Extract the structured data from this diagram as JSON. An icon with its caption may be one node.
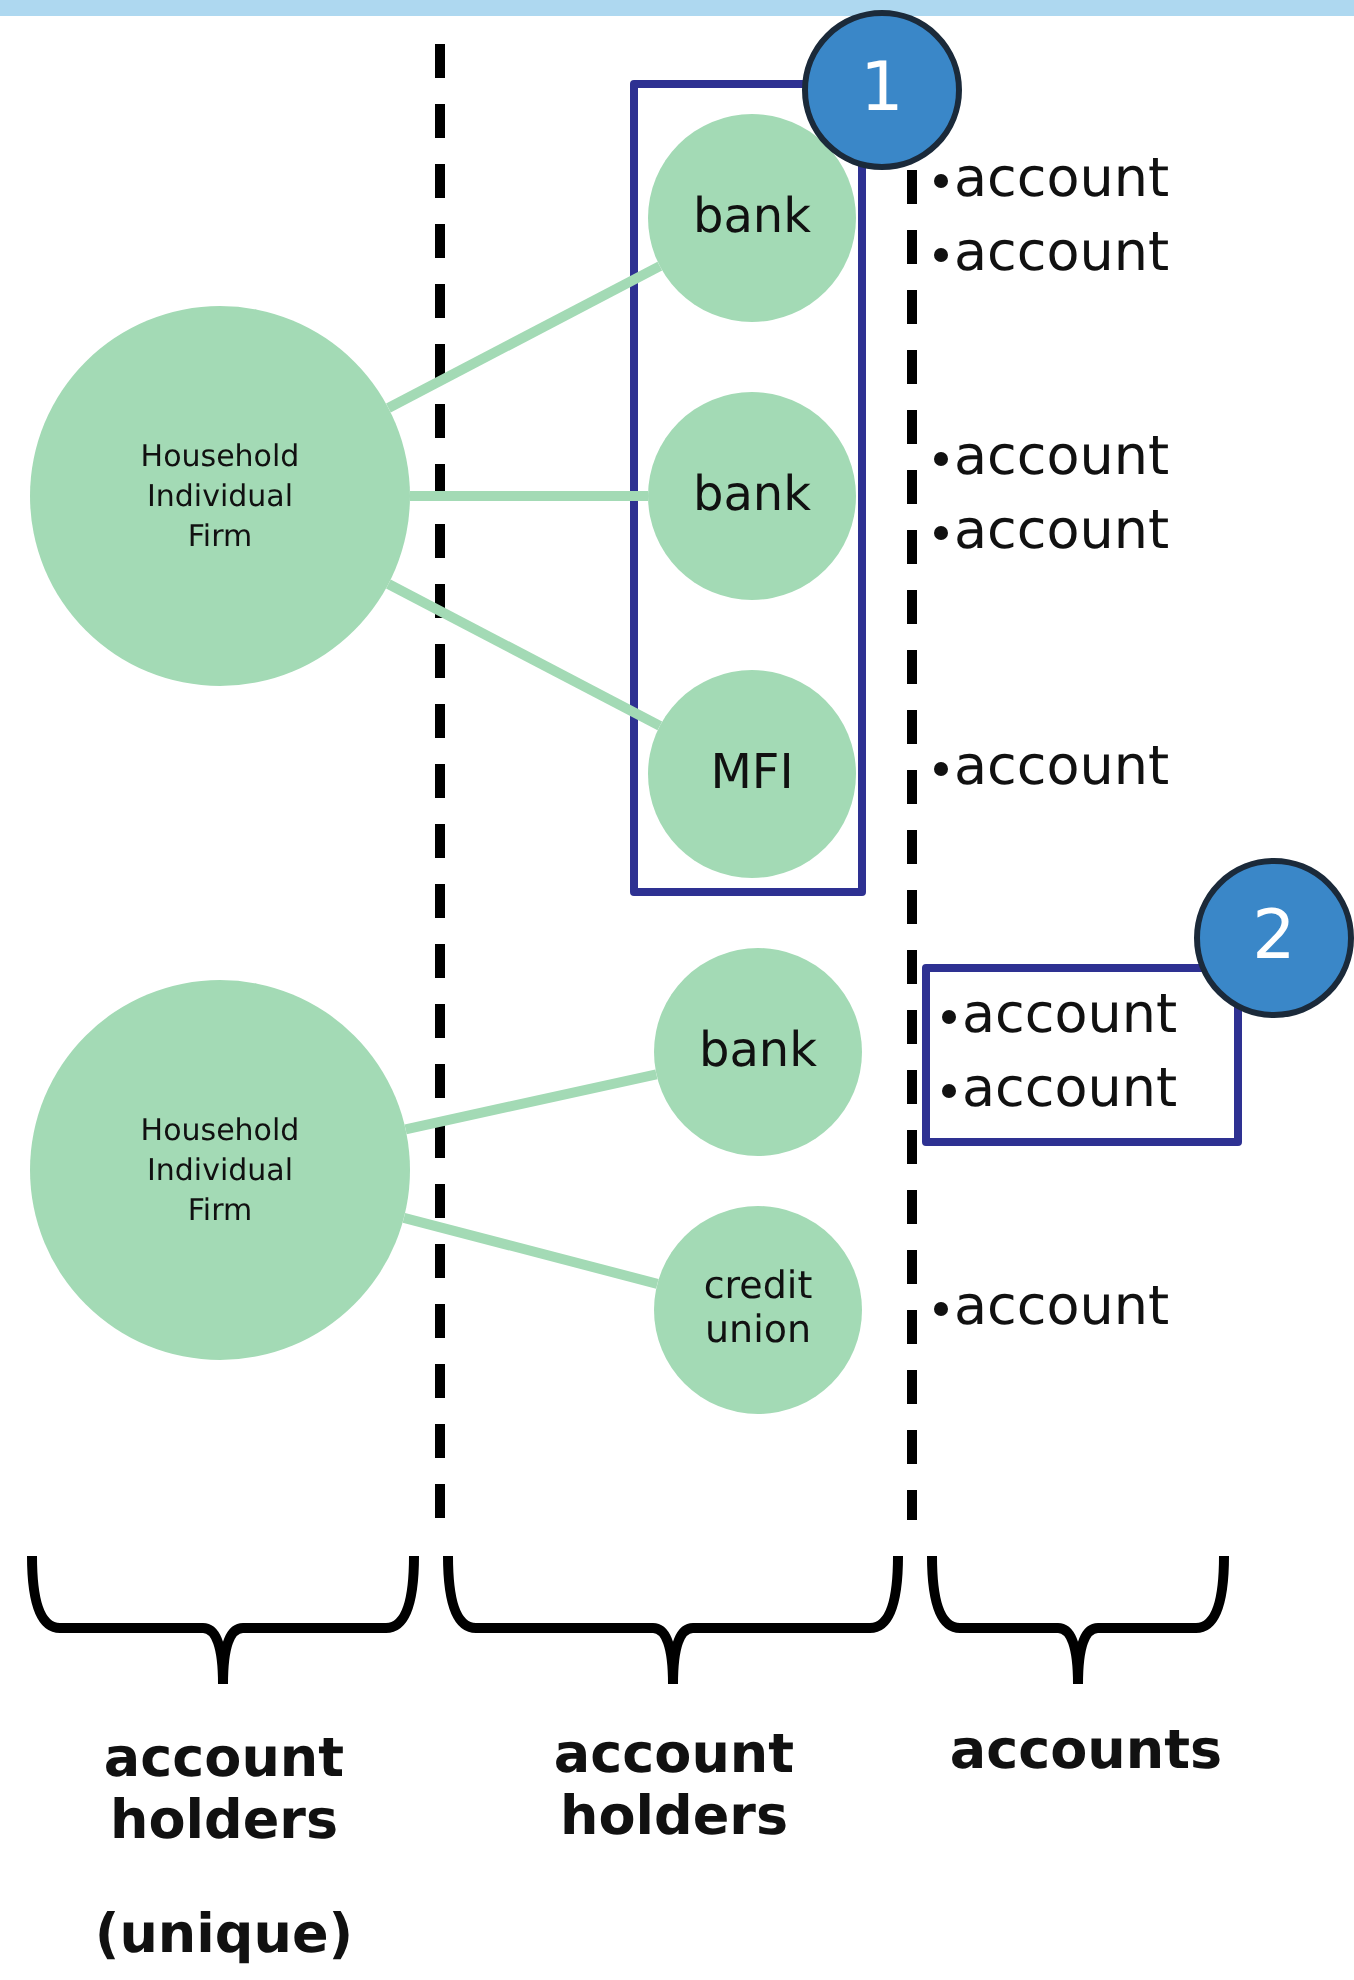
{
  "diagram": {
    "nodes": [
      {
        "text": [
          "Household Individual Firm"
        ]
      },
      {
        "text": [],
        "shape": "box"
      },
      {
        "text": [
          "bank"
        ],
        "in": 1
      },
      {
        "text": [
          "bank"
        ],
        "in": 1
      },
      {
        "text": [
          "MFI"
        ],
        "in": 1
      },
      {
        "text": [
          "1"
        ]
      },
      {
        "text": [
          "Household Individual Firm"
        ]
      },
      {
        "text": [
          "bank"
        ]
      },
      {
        "text": [
          "credit union"
        ]
      },
      {
        "text": [
          "account",
          "account"
        ]
      },
      {
        "text": [
          "2"
        ]
      }
    ],
    "edges": [
      {
        "from": 0,
        "to": 2,
        "arrow": "none"
      },
      {
        "from": 0,
        "to": 3,
        "arrow": "none"
      },
      {
        "from": 0,
        "to": 4,
        "arrow": "none"
      },
      {
        "from": 6,
        "to": 7,
        "arrow": "none"
      },
      {
        "from": 6,
        "to": 8,
        "arrow": "none"
      }
    ],
    "labels": [
      "account",
      "account",
      "account",
      "account",
      "account",
      "account",
      "account holders",
      "(unique)",
      "account holders",
      "accounts"
    ]
  }
}
